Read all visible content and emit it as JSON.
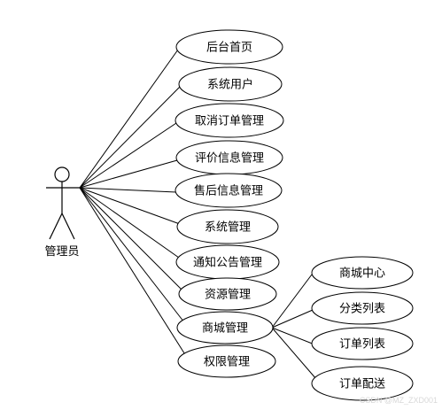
{
  "actor": {
    "label": "管理员"
  },
  "use_cases": [
    {
      "id": "uc-backend-home",
      "label": "后台首页"
    },
    {
      "id": "uc-system-users",
      "label": "系统用户"
    },
    {
      "id": "uc-cancel-order-mgmt",
      "label": "取消订单管理"
    },
    {
      "id": "uc-review-info-mgmt",
      "label": "评价信息管理"
    },
    {
      "id": "uc-after-sales-mgmt",
      "label": "售后信息管理"
    },
    {
      "id": "uc-system-mgmt",
      "label": "系统管理"
    },
    {
      "id": "uc-notice-mgmt",
      "label": "通知公告管理"
    },
    {
      "id": "uc-resource-mgmt",
      "label": "资源管理"
    },
    {
      "id": "uc-mall-mgmt",
      "label": "商城管理"
    },
    {
      "id": "uc-permission-mgmt",
      "label": "权限管理"
    }
  ],
  "sub_use_cases": [
    {
      "id": "uc-mall-center",
      "label": "商城中心"
    },
    {
      "id": "uc-category-list",
      "label": "分类列表"
    },
    {
      "id": "uc-order-list",
      "label": "订单列表"
    },
    {
      "id": "uc-order-delivery",
      "label": "订单配送"
    }
  ],
  "watermark": "CSDN @MZ_ZXD001"
}
